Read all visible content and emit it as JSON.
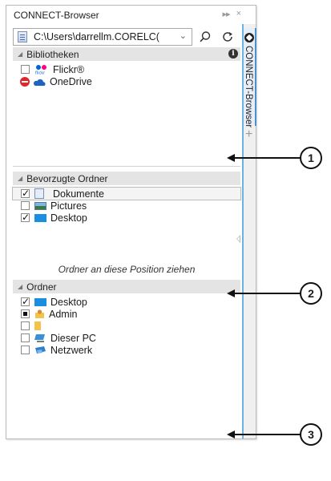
{
  "window": {
    "title": "CONNECT-Browser",
    "controls": [
      "▸▸",
      "×"
    ]
  },
  "pathbar": {
    "path": "C:\\Users\\darrellm.CORELC(",
    "dropdown_icon": "chevron-down-icon",
    "search_icon": "search-icon",
    "refresh_icon": "refresh-icon"
  },
  "libraries": {
    "header": "Bibliotheken",
    "info_glyph": "i",
    "items": [
      {
        "label": "Flickr®",
        "state": "unchecked",
        "icon": "flickr-icon"
      },
      {
        "label": "OneDrive",
        "state": "disabled",
        "icon": "onedrive-icon"
      }
    ]
  },
  "favorites": {
    "header": "Bevorzugte Ordner",
    "hint": "Ordner an diese Position ziehen",
    "items": [
      {
        "label": "Dokumente",
        "state": "checked",
        "icon": "documents-icon"
      },
      {
        "label": "Pictures",
        "state": "unchecked",
        "icon": "pictures-icon"
      },
      {
        "label": "Desktop",
        "state": "checked",
        "icon": "desktop-icon"
      }
    ]
  },
  "folders": {
    "header": "Ordner",
    "items": [
      {
        "label": "Desktop",
        "state": "checked",
        "icon": "desktop-icon"
      },
      {
        "label": "Admin",
        "state": "partial",
        "icon": "user-folder-icon"
      },
      {
        "label": "",
        "state": "unchecked",
        "icon": "folder-icon"
      },
      {
        "label": "Dieser PC",
        "state": "unchecked",
        "icon": "computer-icon"
      },
      {
        "label": "Netzwerk",
        "state": "unchecked",
        "icon": "network-icon"
      }
    ]
  },
  "tabstrip": {
    "tab_label": "CONNECT-Browser",
    "add_glyph": "+"
  },
  "callouts": [
    "1",
    "2",
    "3"
  ],
  "colors": {
    "accent": "#4a90c9",
    "header_bg": "#e4e4e4",
    "panel_border": "#b9b9b9"
  }
}
